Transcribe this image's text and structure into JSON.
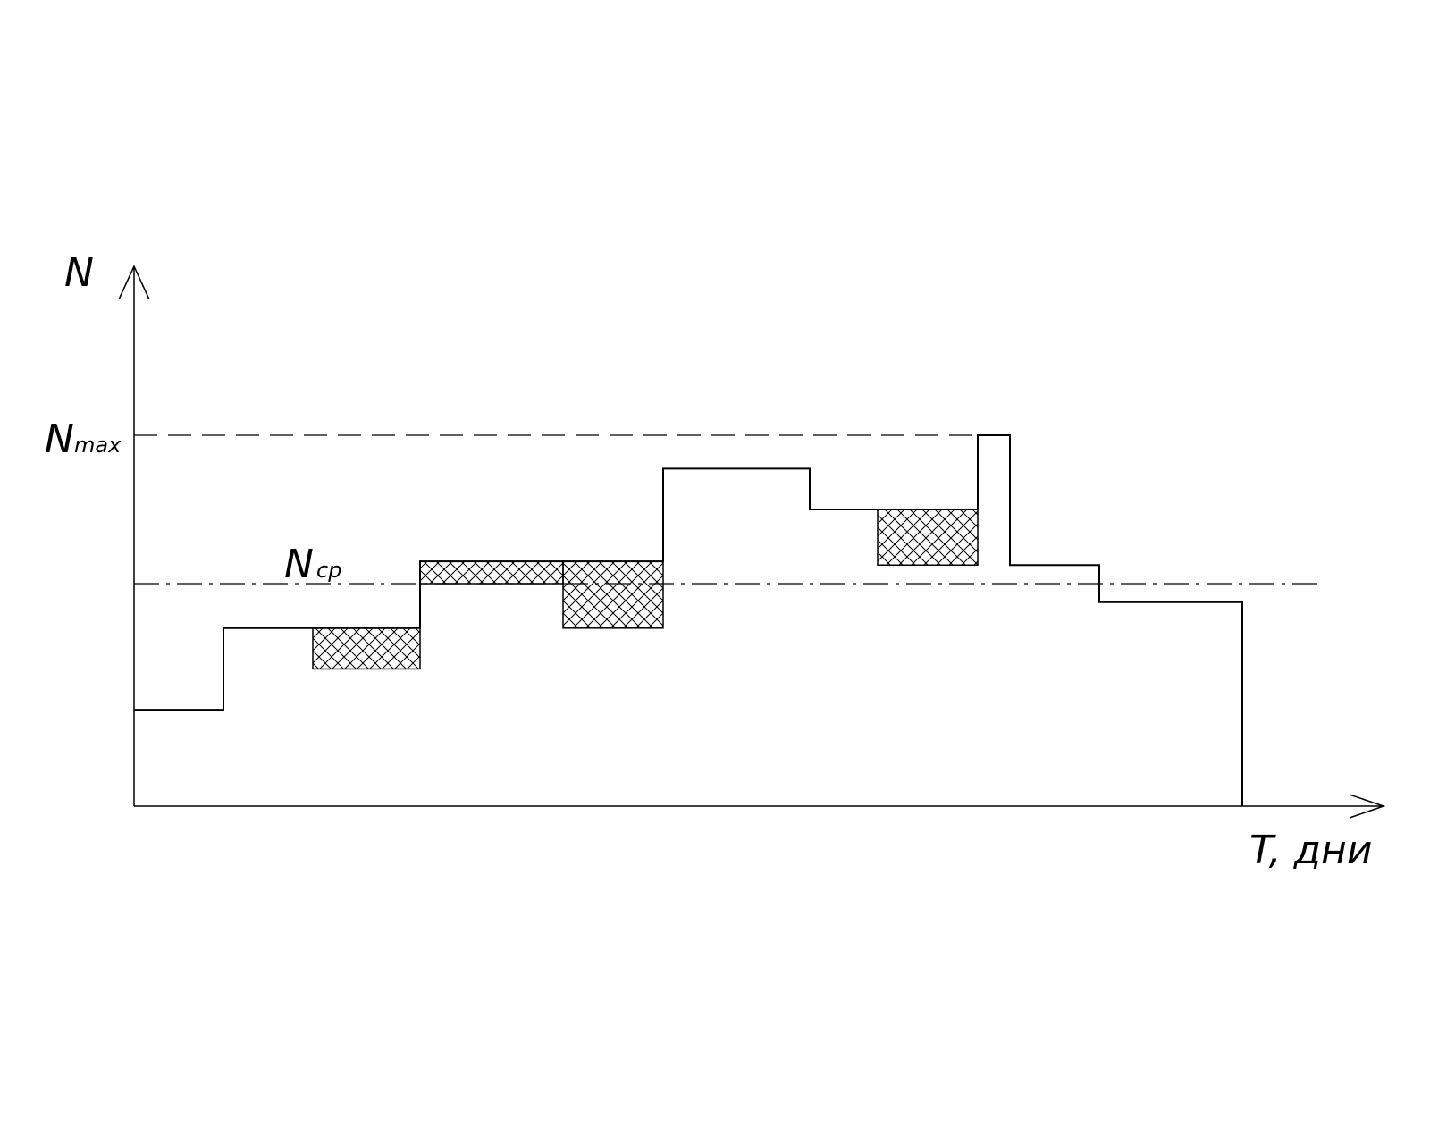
{
  "chart_data": {
    "type": "step",
    "axes": {
      "y_label": "N",
      "x_label": "T, дни"
    },
    "reference_lines": [
      {
        "id": "nmax",
        "label_main": "N",
        "label_sub": "max",
        "y": 10,
        "style": "dashed"
      },
      {
        "id": "ncp",
        "label_main": "N",
        "label_sub": "ср",
        "y": 6,
        "style": "dash-dot"
      }
    ],
    "profile": [
      {
        "x0": 0,
        "x1": 2.5,
        "y": 2.6
      },
      {
        "x0": 2.5,
        "x1": 8.0,
        "y": 4.8
      },
      {
        "x0": 8.0,
        "x1": 14.8,
        "y": 6.6
      },
      {
        "x0": 14.8,
        "x1": 18.9,
        "y": 9.1
      },
      {
        "x0": 18.9,
        "x1": 23.6,
        "y": 8.0
      },
      {
        "x0": 23.6,
        "x1": 24.5,
        "y": 10.0
      },
      {
        "x0": 24.5,
        "x1": 27.0,
        "y": 6.5
      },
      {
        "x0": 27.0,
        "x1": 31.0,
        "y": 5.5
      }
    ],
    "hatched_regions": [
      {
        "x0": 5.0,
        "x1": 8.0,
        "y0": 3.7,
        "y1": 4.8
      },
      {
        "x0": 8.0,
        "x1": 12.0,
        "y0": 6.0,
        "y1": 6.6
      },
      {
        "x0": 12.0,
        "x1": 14.8,
        "y0": 4.8,
        "y1": 6.6
      },
      {
        "x0": 20.8,
        "x1": 23.6,
        "y0": 6.5,
        "y1": 8.0
      }
    ],
    "xlim": [
      0,
      35
    ],
    "ylim": [
      0,
      15
    ],
    "grid": false
  }
}
